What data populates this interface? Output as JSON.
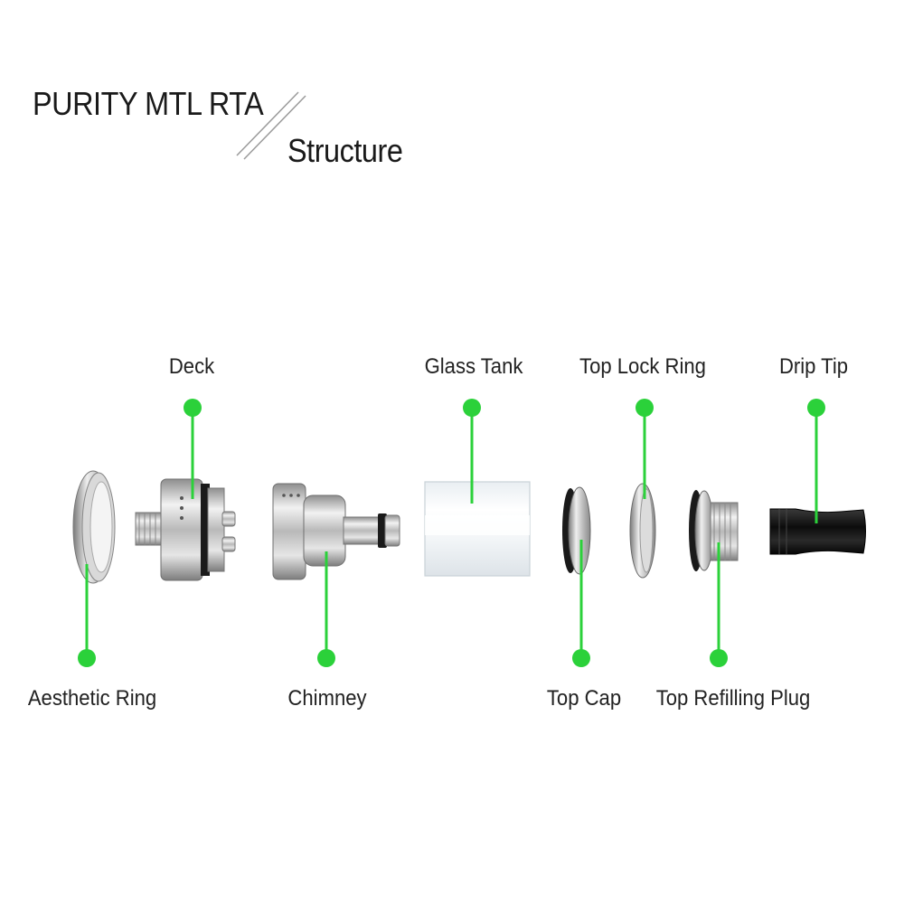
{
  "header": {
    "title": "PURITY MTL RTA",
    "subtitle": "Structure"
  },
  "labels": {
    "deck": "Deck",
    "glass_tank": "Glass Tank",
    "top_lock_ring": "Top Lock Ring",
    "drip_tip": "Drip Tip",
    "aesthetic_ring": "Aesthetic Ring",
    "chimney": "Chimney",
    "top_cap": "Top Cap",
    "top_refilling_plug": "Top Refilling Plug"
  },
  "colors": {
    "callout": "#2bd13a",
    "metal": "#c8c8c8",
    "seal": "#1a1a1a"
  }
}
